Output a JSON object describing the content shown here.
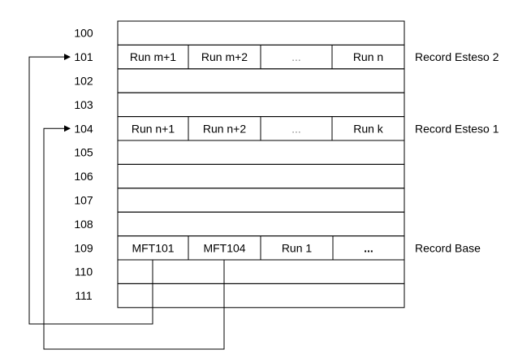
{
  "rows": [
    {
      "num": "100",
      "cells": [],
      "note": ""
    },
    {
      "num": "101",
      "cells": [
        "Run m+1",
        "Run m+2",
        "...",
        "Run n"
      ],
      "note": "Record Esteso 2"
    },
    {
      "num": "102",
      "cells": [],
      "note": ""
    },
    {
      "num": "103",
      "cells": [],
      "note": ""
    },
    {
      "num": "104",
      "cells": [
        "Run n+1",
        "Run n+2",
        "...",
        "Run k"
      ],
      "note": "Record Esteso 1"
    },
    {
      "num": "105",
      "cells": [],
      "note": ""
    },
    {
      "num": "106",
      "cells": [],
      "note": ""
    },
    {
      "num": "107",
      "cells": [],
      "note": ""
    },
    {
      "num": "108",
      "cells": [],
      "note": ""
    },
    {
      "num": "109",
      "cells": [
        "MFT101",
        "MFT104",
        "Run 1",
        "..."
      ],
      "note": "Record Base"
    },
    {
      "num": "110",
      "cells": [],
      "note": ""
    },
    {
      "num": "111",
      "cells": [],
      "note": ""
    }
  ],
  "links": [
    {
      "from": "MFT101",
      "to": "101"
    },
    {
      "from": "MFT104",
      "to": "104"
    }
  ],
  "colors": {
    "line": "#000000",
    "ellipsis": "#8a8a8a"
  }
}
